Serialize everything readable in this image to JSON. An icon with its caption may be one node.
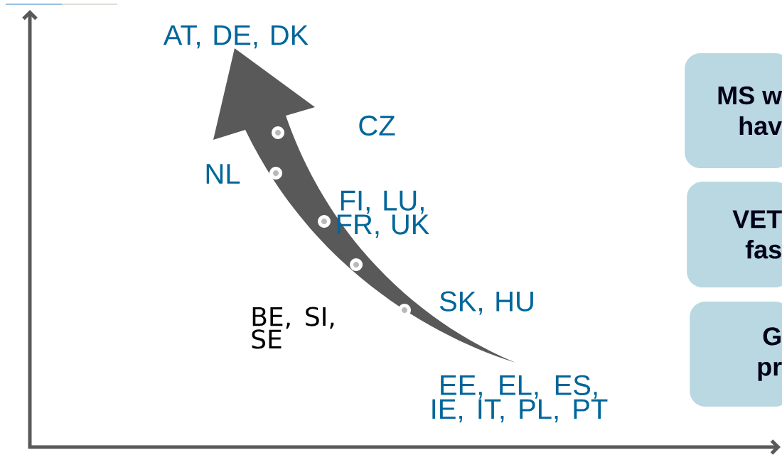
{
  "diagram": {
    "nodes": [
      {
        "text": [
          "MS w hav"
        ]
      },
      {
        "text": [
          "VET fas"
        ]
      },
      {
        "text": [
          "G pr"
        ]
      }
    ],
    "labels": [
      "AT, DE, DK",
      "CZ",
      "NL",
      "FI, LU, FR, UK",
      "SK, HU",
      "BE, SI, SE",
      "EE, EL, ES, IE, IT, PL, PT"
    ]
  }
}
